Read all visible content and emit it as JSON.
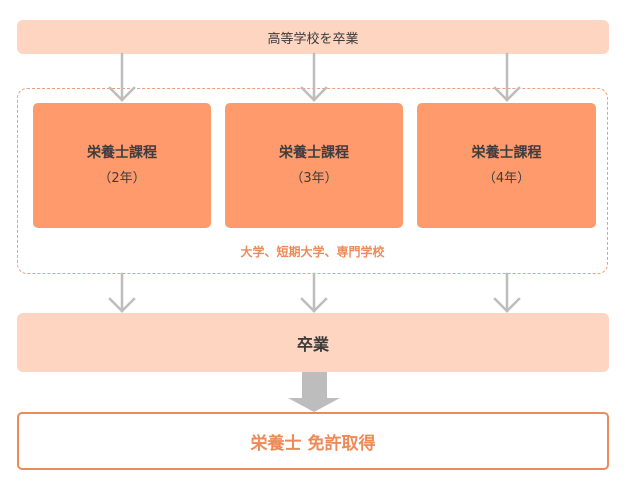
{
  "top_bar": {
    "label": "高等学校を卒業"
  },
  "courses": [
    {
      "title": "栄養士課程",
      "years": "（2年）"
    },
    {
      "title": "栄養士課程",
      "years": "（3年）"
    },
    {
      "title": "栄養士課程",
      "years": "（4年）"
    }
  ],
  "institutions_caption": "大学、短期大学、専門学校",
  "graduation": {
    "label": "卒業"
  },
  "result": {
    "label": "栄養士 免許取得"
  },
  "colors": {
    "light_peach": "#fdd5c1",
    "course_orange": "#fe9a6c",
    "accent_orange": "#ee8a58",
    "arrow_gray": "#bdbdbd"
  }
}
